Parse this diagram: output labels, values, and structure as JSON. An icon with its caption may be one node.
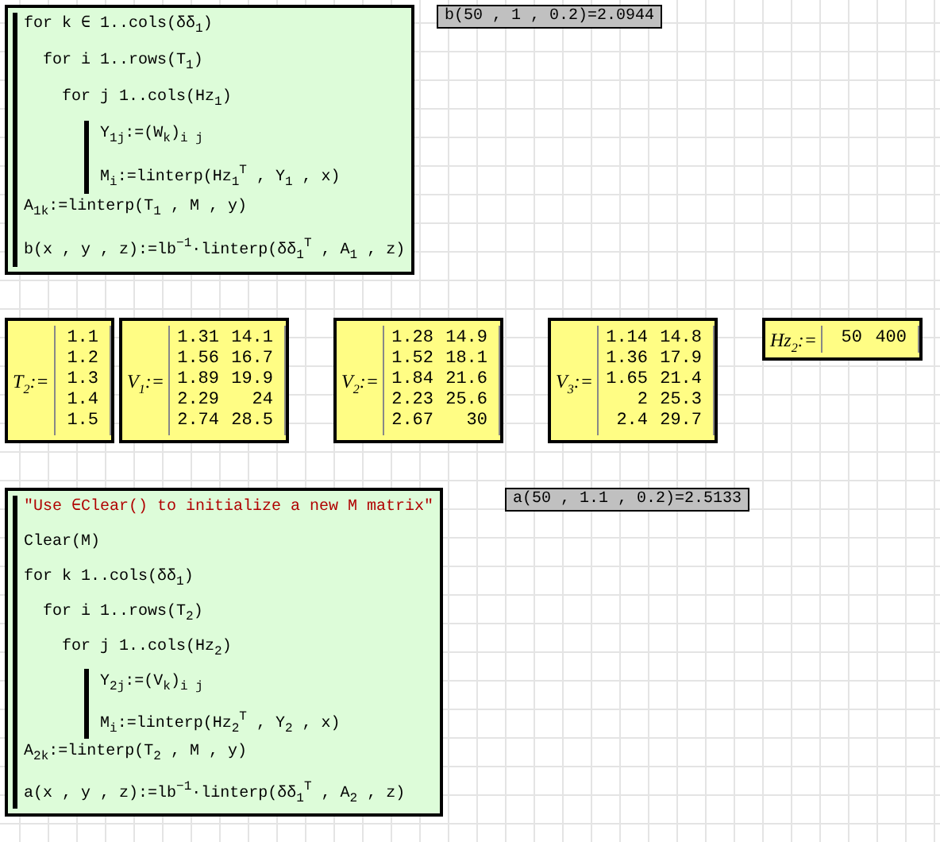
{
  "diagram": {
    "nodes": [
      {
        "text": [
          "for k ∈ 1..cols(δδ$_{1}$)",
          "for i 1..rows(T$_{1}$)",
          "for j 1..cols(Hz$_{1}$)",
          "Y$_{1}$$_{j}$:=(W$_{k}$)$_{i j}$",
          "M$_{i}$:=linterp(Hz$_{1}$$^{T}$ , Y$_{1}$ , x)",
          "A$_{1}$$_{k}$:=linterp(T$_{1}$ , M , y)",
          "b(x , y , z):=lb$^{−1}$·linterp(δδ$_{1}$$^{T}$ , A$_{1}$ , z)"
        ]
      },
      {
        "text": [
          "b(50 , 1 , 0.2)=2.0944"
        ]
      },
      {
        "text": [
          "T$_{2}$:=",
          "1.1",
          "1.2",
          "1.3",
          "1.4",
          "1.5"
        ]
      },
      {
        "text": [
          "V$_{1}$:=",
          "1.31",
          "14.1",
          "1.56",
          "16.7",
          "1.89",
          "19.9",
          "2.29",
          "24",
          "2.74",
          "28.5"
        ]
      },
      {
        "text": [
          "V$_{2}$:=",
          "1.28",
          "14.9",
          "1.52",
          "18.1",
          "1.84",
          "21.6",
          "2.23",
          "25.6",
          "2.67",
          "30"
        ]
      },
      {
        "text": [
          "V$_{3}$:=",
          "1.14",
          "14.8",
          "1.36",
          "17.9",
          "1.65",
          "21.4",
          "2",
          "25.3",
          "2.4",
          "29.7"
        ]
      },
      {
        "text": [
          "Hz$_{2}$:=",
          "50",
          "400"
        ]
      },
      {
        "text": [
          "\"Use ∈Clear() to initialize a new  M matrix\"",
          "Clear(M)",
          "for k 1..cols(δδ$_{1}$)",
          "for i 1..rows(T$_{2}$)",
          "for j 1..cols(Hz$_{2}$)",
          "Y$_{2}$$_{j}$:=(V$_{k}$)$_{i j}$",
          "M$_{i}$:=linterp(Hz$_{2}$$^{T}$ , Y$_{2}$ , x)",
          "A$_{2}$$_{k}$:=linterp(T$_{2}$ , M , y)",
          "a(x , y , z):=lb$^{−1}$·linterp(δδ$_{1}$$^{T}$ , A$_{2}$ , z)"
        ]
      },
      {
        "text": [
          "a(50 , 1.1 , 0.2)=2.5133"
        ]
      }
    ],
    "edges": []
  }
}
